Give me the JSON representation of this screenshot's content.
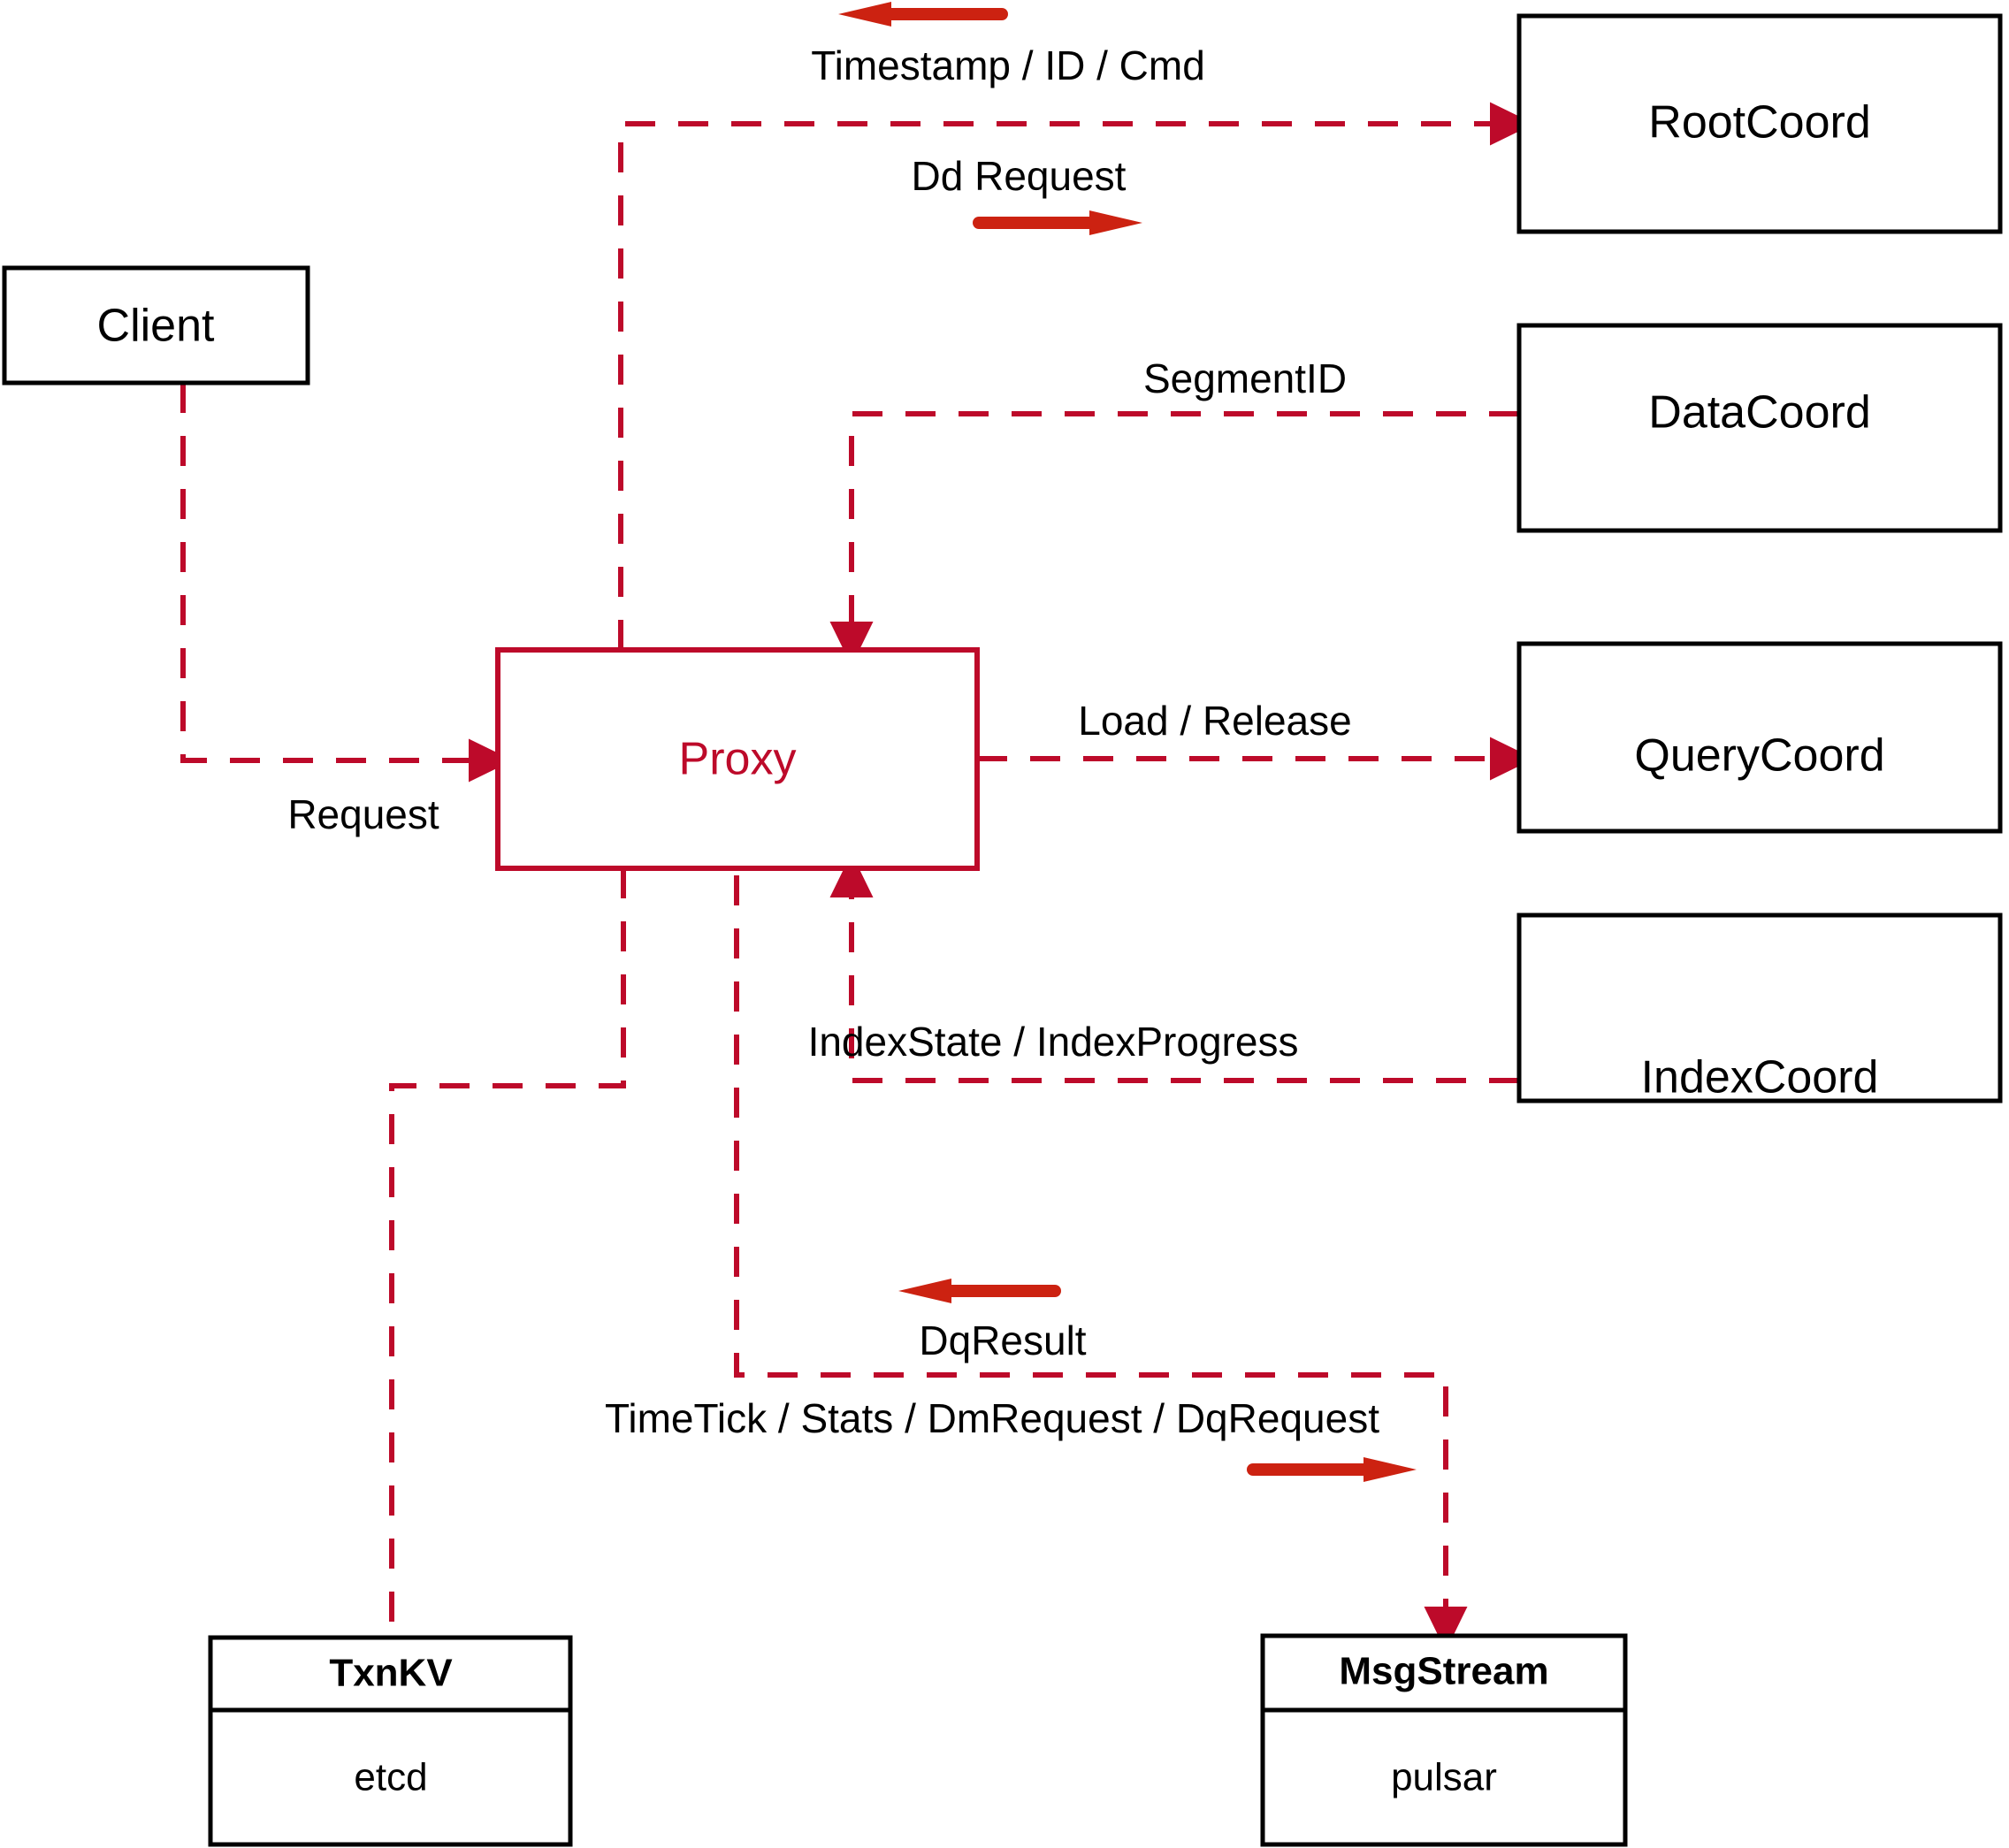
{
  "diagram": {
    "title": "Proxy component interaction diagram",
    "colors": {
      "accent_red": "#BD0A2A",
      "arrow_red": "#CC2211",
      "node_stroke": "#000000",
      "background": "#FFFFFF"
    }
  },
  "nodes": {
    "client": {
      "label": "Client"
    },
    "proxy": {
      "label": "Proxy"
    },
    "root_coord": {
      "label": "RootCoord"
    },
    "data_coord": {
      "label": "DataCoord"
    },
    "query_coord": {
      "label": "QueryCoord"
    },
    "index_coord": {
      "label": "IndexCoord"
    },
    "txnkv": {
      "title": "TxnKV",
      "impl": "etcd"
    },
    "msgstream": {
      "title": "MsgStream",
      "impl": "pulsar"
    }
  },
  "edge_labels": {
    "timestamp_id_cmd": "Timestamp / ID / Cmd",
    "dd_request": "Dd Request",
    "segment_id": "SegmentID",
    "request": "Request",
    "load_release": "Load / Release",
    "index_state_progress": "IndexState / IndexProgress",
    "dq_result": "DqResult",
    "timetick_stats": "TimeTick / Stats / DmRequest / DqRequest"
  }
}
